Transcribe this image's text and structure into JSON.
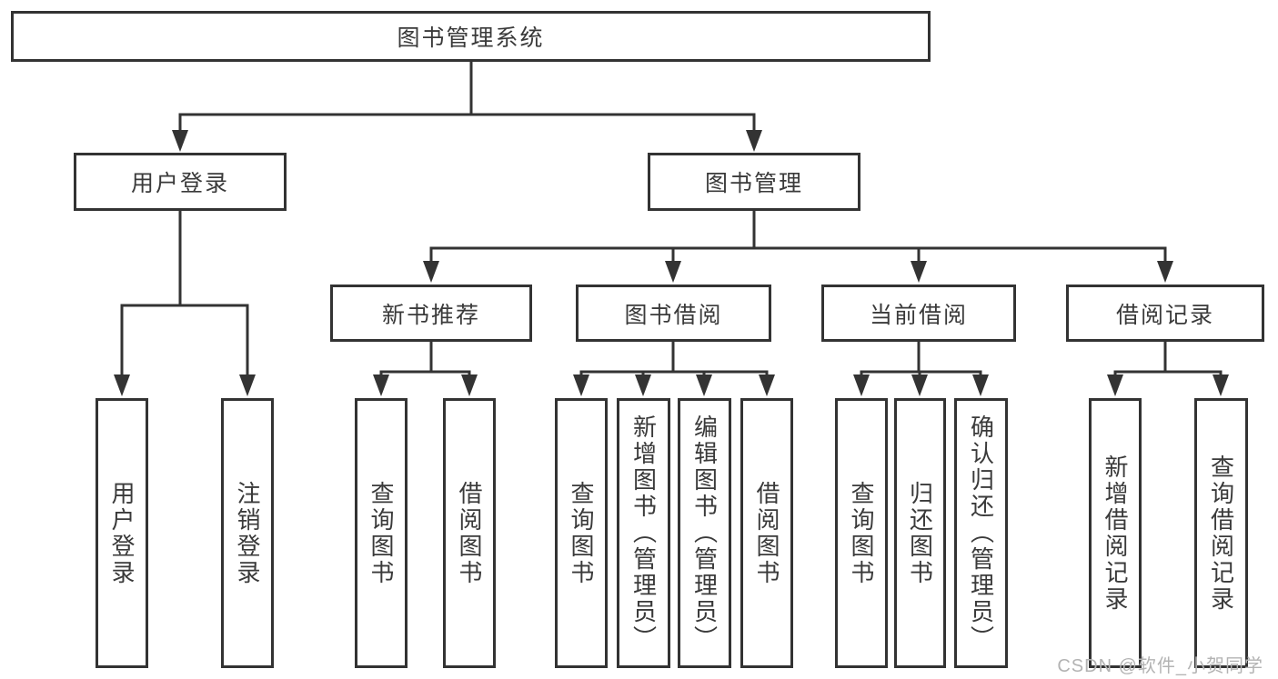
{
  "tree": {
    "root": {
      "label": "图书管理系统"
    },
    "branches": [
      {
        "label": "用户登录",
        "children": [
          {
            "label": "用户登录"
          },
          {
            "label": "注销登录"
          }
        ]
      },
      {
        "label": "图书管理",
        "children": [
          {
            "label": "新书推荐",
            "children": [
              {
                "label": "查询图书"
              },
              {
                "label": "借阅图书"
              }
            ]
          },
          {
            "label": "图书借阅",
            "children": [
              {
                "label": "查询图书"
              },
              {
                "label": "新增图书（管理员）"
              },
              {
                "label": "编辑图书（管理员）"
              },
              {
                "label": "借阅图书"
              }
            ]
          },
          {
            "label": "当前借阅",
            "children": [
              {
                "label": "查询图书"
              },
              {
                "label": "归还图书"
              },
              {
                "label": "确认归还（管理员）"
              }
            ]
          },
          {
            "label": "借阅记录",
            "children": [
              {
                "label": "新增借阅记录"
              },
              {
                "label": "查询借阅记录"
              }
            ]
          }
        ]
      }
    ]
  },
  "watermark": "CSDN @软件_小贺同学",
  "colors": {
    "line": "#333333",
    "text": "#3a3a3a",
    "background": "#ffffff",
    "watermark_gray": "#b3b3b3"
  }
}
